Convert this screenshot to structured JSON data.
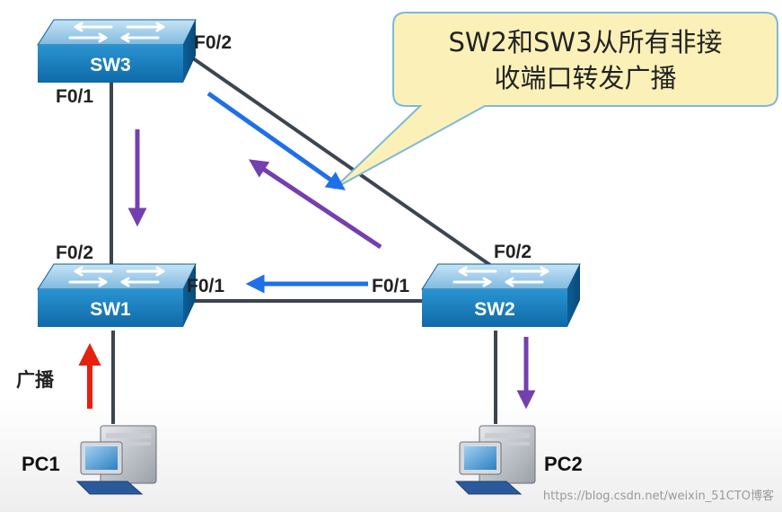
{
  "switches": {
    "sw1": {
      "name": "SW1"
    },
    "sw2": {
      "name": "SW2"
    },
    "sw3": {
      "name": "SW3"
    }
  },
  "ports": {
    "sw3_f02": "F0/2",
    "sw3_f01": "F0/1",
    "sw1_f02": "F0/2",
    "sw1_f01": "F0/1",
    "sw2_f01": "F0/1",
    "sw2_f02": "F0/2"
  },
  "pcs": {
    "pc1": "PC1",
    "pc2": "PC2"
  },
  "callout": {
    "line1": "SW2和SW3从所有非接",
    "line2": "收端口转发广播"
  },
  "broadcast_label": "广播",
  "watermark": "https://blog.csdn.net/weixin_51CTO博客",
  "colors": {
    "link": "#3c4550",
    "blue_arrow": "#1f6fe8",
    "purple_arrow": "#7440b0",
    "red_arrow": "#e8200f",
    "switch_top": "#a9d3ee",
    "switch_front": "#1a82c4",
    "callout_fill": "#fbf1b8",
    "callout_border": "#7eb8d8"
  }
}
